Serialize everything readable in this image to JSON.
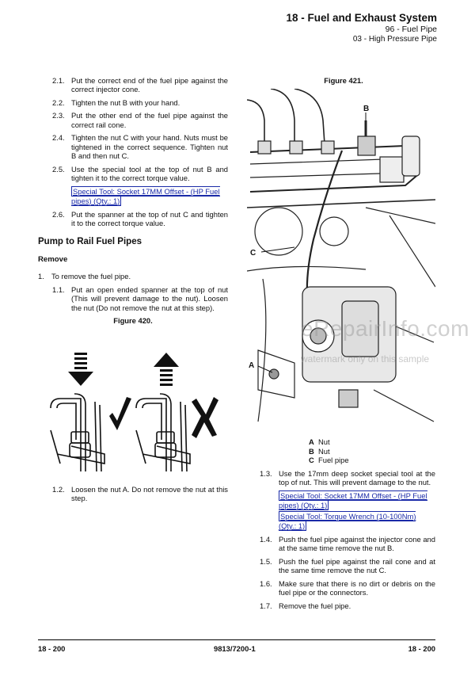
{
  "header": {
    "chapter": "18 - Fuel and Exhaust System",
    "section": "96 - Fuel Pipe",
    "subsection": "03 - High Pressure Pipe"
  },
  "left_steps_a": [
    {
      "num": "2.1.",
      "text": "Put the correct end of the fuel pipe against the correct injector cone."
    },
    {
      "num": "2.2.",
      "text": "Tighten the nut B with your hand."
    },
    {
      "num": "2.3.",
      "text": "Put the other end of the fuel pipe against the correct rail cone."
    },
    {
      "num": "2.4.",
      "text": "Tighten the nut C with your hand. Nuts must be tightened in the correct sequence. Tighten nut B and then nut C."
    },
    {
      "num": "2.5.",
      "text": "Use the special tool at the top of nut B and tighten it to the correct torque value."
    }
  ],
  "tool_2_5": "Special Tool: Socket 17MM Offset - (HP Fuel pipes) (Qty.: 1)",
  "step_2_6": {
    "num": "2.6.",
    "text": "Put the spanner at the top of nut C and tighten it to the correct torque value."
  },
  "section_title": "Pump to Rail Fuel Pipes",
  "subheading": "Remove",
  "step_1": {
    "num": "1.",
    "text": "To remove the fuel pipe."
  },
  "step_1_1": {
    "num": "1.1.",
    "text": "Put an open ended spanner at the top of nut (This will prevent damage to the nut). Loosen the nut (Do not remove the nut at this step)."
  },
  "figure_420": "Figure 420.",
  "step_1_2": {
    "num": "1.2.",
    "text": "Loosen the nut A. Do not remove the nut at this step."
  },
  "figure_421": "Figure 421.",
  "callouts": {
    "a": "A",
    "b": "B",
    "c": "C"
  },
  "legend": [
    {
      "key": "A",
      "label": "Nut"
    },
    {
      "key": "B",
      "label": "Nut"
    },
    {
      "key": "C",
      "label": "Fuel pipe"
    }
  ],
  "step_1_3": {
    "num": "1.3.",
    "text": "Use the 17mm deep socket special tool at the top of nut. This will prevent damage to the nut."
  },
  "tool_1_3_a": "Special Tool: Socket 17MM Offset - (HP Fuel pipes) (Qty.: 1)",
  "tool_1_3_b": "Special Tool: Torque Wrench (10-100Nm) (Qty.: 1)",
  "right_steps": [
    {
      "num": "1.4.",
      "text": "Push the fuel pipe against the injector cone and at the same time remove the nut B."
    },
    {
      "num": "1.5.",
      "text": "Push the fuel pipe against the rail cone and at the same time remove the nut C."
    },
    {
      "num": "1.6.",
      "text": "Make sure that there is no dirt or debris on the fuel pipe or the connectors."
    },
    {
      "num": "1.7.",
      "text": "Remove the fuel pipe."
    }
  ],
  "watermark": "eRepairInfo.com",
  "watermark_sub": "watermark only on this sample",
  "footer": {
    "left": "18 - 200",
    "center": "9813/7200-1",
    "right": "18 - 200"
  }
}
